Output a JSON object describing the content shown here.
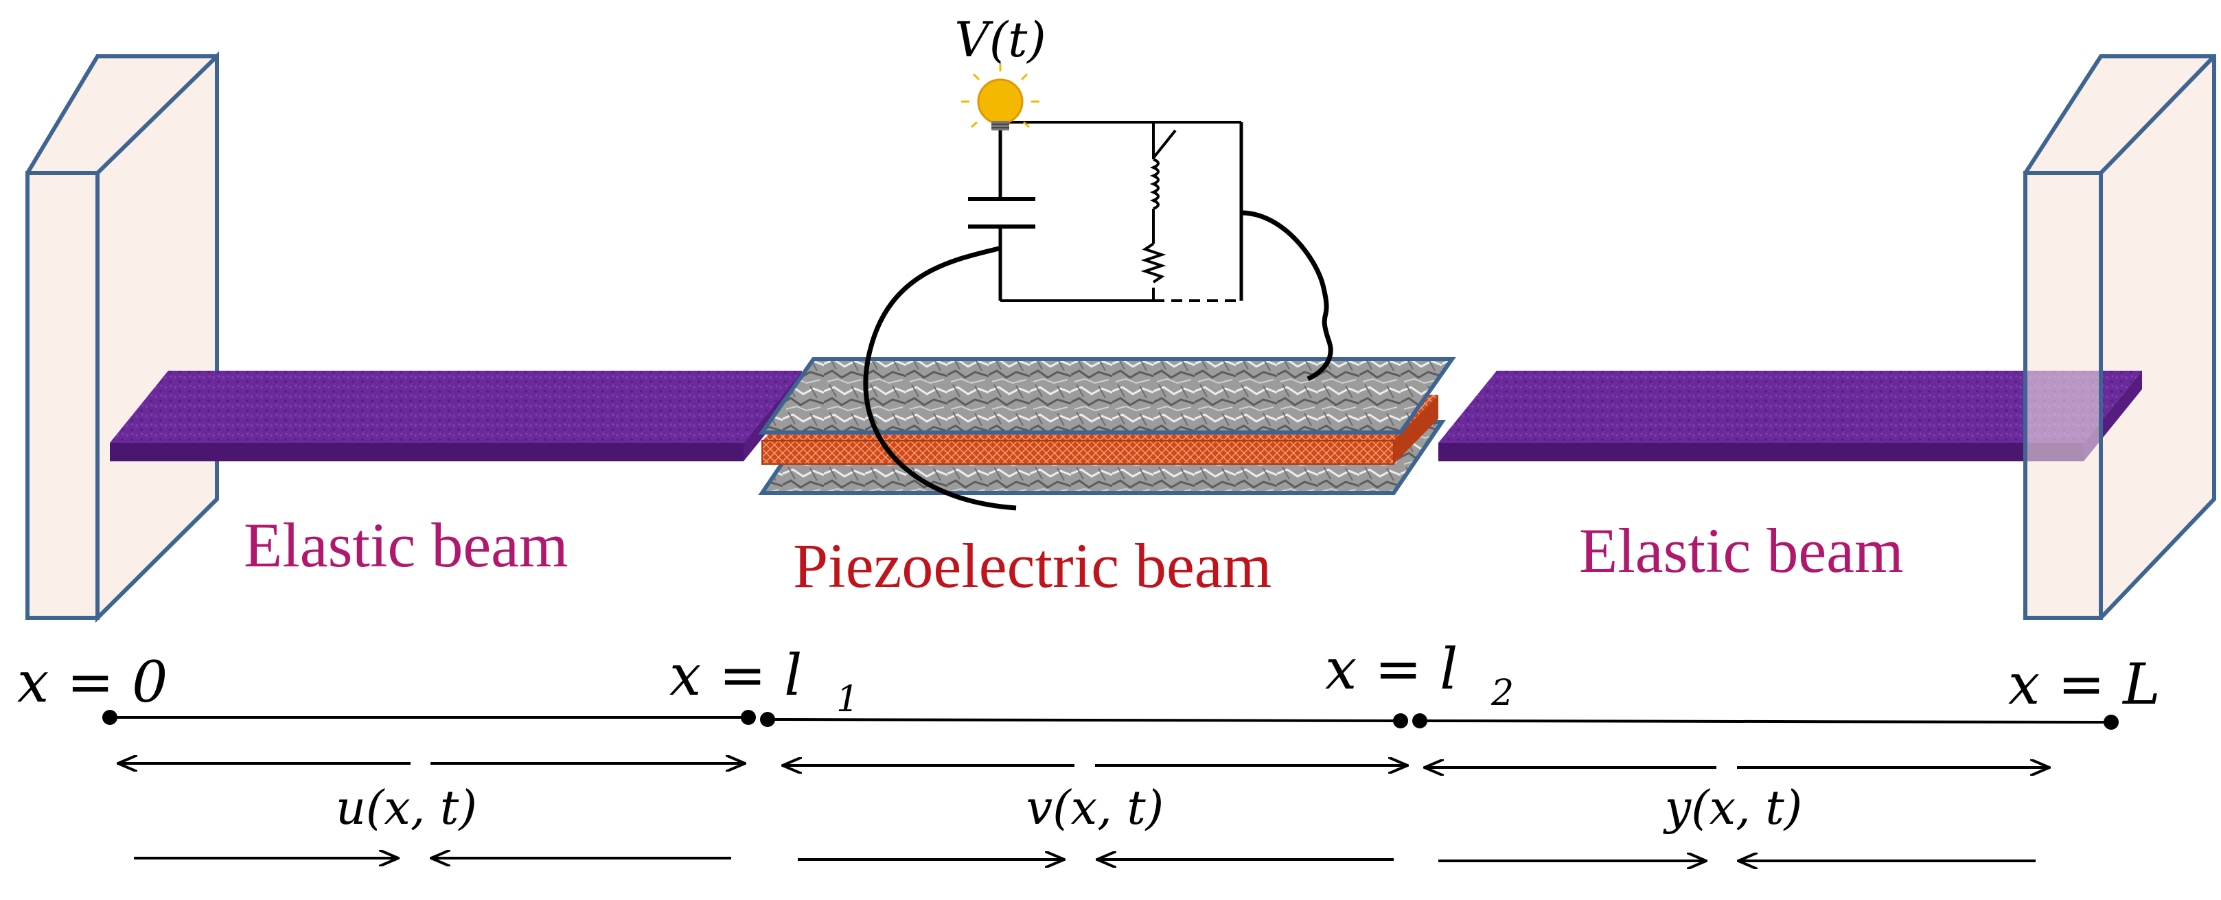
{
  "labels": {
    "voltage": "V(t)",
    "left_beam": "Elastic beam",
    "middle_beam": "Piezoelectric beam",
    "right_beam": "Elastic beam"
  },
  "positions": {
    "x0": "x = 0",
    "xl1_base": "x = l",
    "xl1_sub": "1",
    "xl2_base": "x = l",
    "xl2_sub": "2",
    "xL": "x = L"
  },
  "displacements": {
    "u": "u(x, t)",
    "v": "v(x, t)",
    "y": "y(x, t)"
  },
  "colors": {
    "wall_fill": "#FBEFEA",
    "wall_stroke": "#3E6591",
    "elastic_beam": "#6A2A9A",
    "elastic_beam_dark": "#4A1670",
    "piezo_layer": "#D0481C",
    "piezo_plate": "#9A9A9A",
    "left_label": "#B0186E",
    "middle_label": "#C0141C",
    "right_label": "#B0186E",
    "bulb": "#F5B800"
  }
}
